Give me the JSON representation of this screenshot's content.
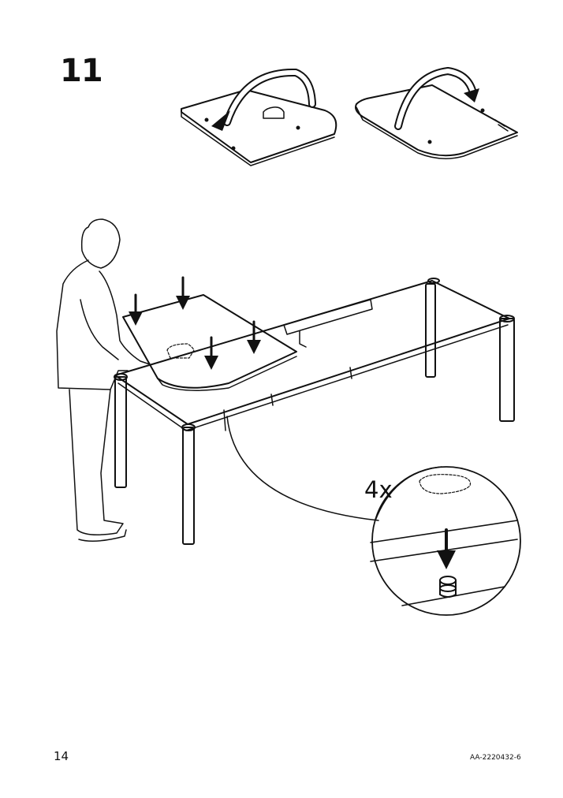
{
  "page": {
    "step_number": "11",
    "quantity_label": "4x",
    "page_number": "14",
    "document_code": "AA-2220432-6"
  },
  "icons": [
    "curved-arrow-icon",
    "down-arrow-icon"
  ],
  "colors": {
    "line": "#111111",
    "background": "#ffffff"
  }
}
